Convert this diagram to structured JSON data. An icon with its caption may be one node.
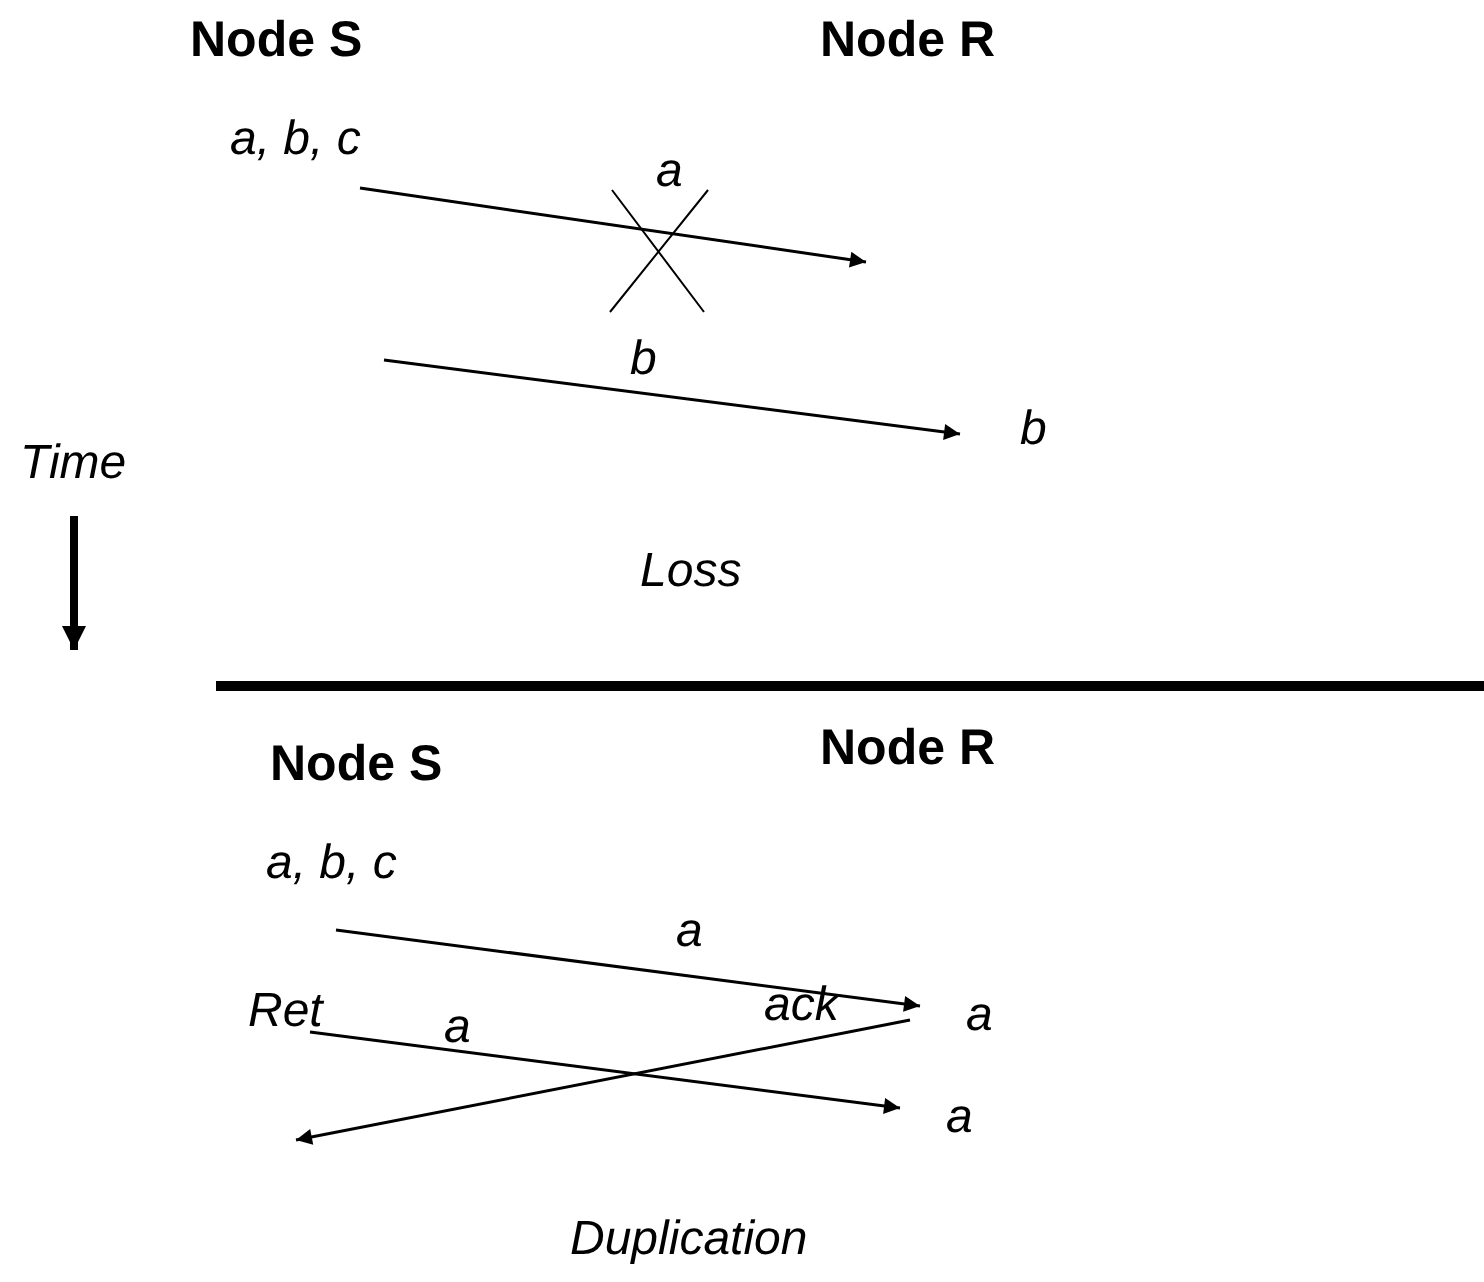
{
  "diagram": {
    "labels": [
      "Node S",
      "Node R",
      "a, b, c",
      "a",
      "b",
      "b",
      "Time",
      "Loss",
      "Node S",
      "Node R",
      "a, b, c",
      "a",
      "Ret",
      "a",
      "a",
      "ack",
      "a",
      "Duplication"
    ]
  }
}
